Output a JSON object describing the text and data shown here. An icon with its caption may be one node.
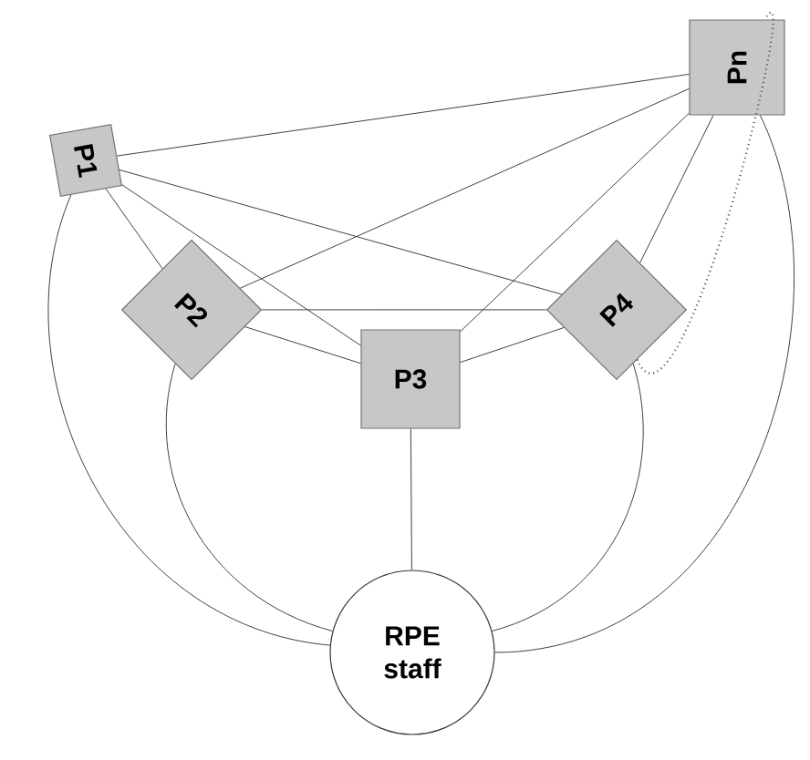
{
  "diagram": {
    "nodes": [
      {
        "text": [
          "P1"
        ]
      },
      {
        "text": [
          "Pn"
        ]
      },
      {
        "text": [
          "P2"
        ]
      },
      {
        "text": [
          "P3"
        ]
      },
      {
        "text": [
          "P4"
        ]
      },
      {
        "text": [
          "RPE staff"
        ]
      }
    ],
    "edges": [
      {
        "from": 0,
        "to": 1,
        "arrow": "none"
      },
      {
        "from": 0,
        "to": 2,
        "arrow": "none"
      },
      {
        "from": 0,
        "to": 3,
        "arrow": "none"
      },
      {
        "from": 0,
        "to": 4,
        "arrow": "none"
      },
      {
        "from": 2,
        "to": 1,
        "arrow": "none"
      },
      {
        "from": 2,
        "to": 3,
        "arrow": "none"
      },
      {
        "from": 2,
        "to": 4,
        "arrow": "none"
      },
      {
        "from": 3,
        "to": 1,
        "arrow": "none"
      },
      {
        "from": 3,
        "to": 4,
        "arrow": "none"
      },
      {
        "from": 4,
        "to": 1,
        "arrow": "none"
      },
      {
        "from": 4,
        "to": 1,
        "arrow": "none",
        "style": "dashed"
      },
      {
        "from": 0,
        "to": 5,
        "arrow": "none"
      },
      {
        "from": 2,
        "to": 5,
        "arrow": "none"
      },
      {
        "from": 3,
        "to": 5,
        "arrow": "none"
      },
      {
        "from": 4,
        "to": 5,
        "arrow": "none"
      },
      {
        "from": 1,
        "to": 5,
        "arrow": "none"
      }
    ]
  }
}
